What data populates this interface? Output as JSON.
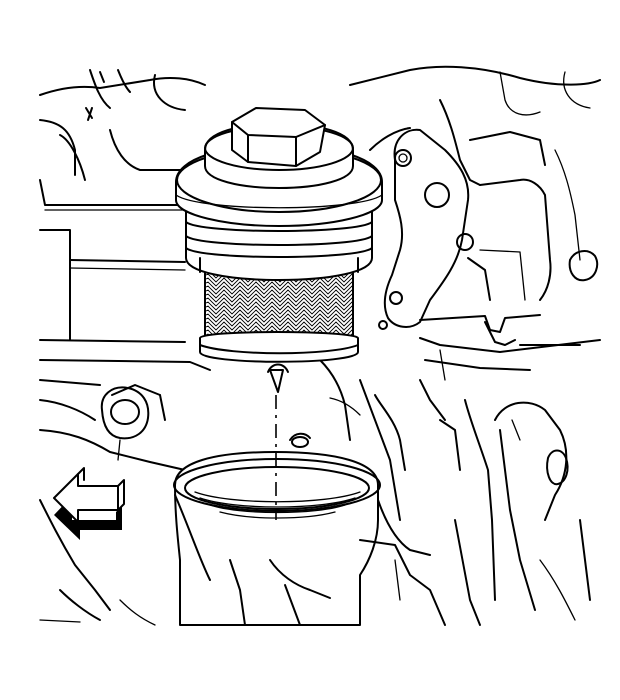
{
  "diagram": {
    "style": "line-art",
    "stroke_color": "#000000",
    "background_color": "#ffffff",
    "components": [
      {
        "name": "oil-filter-cap",
        "icon": "hex-cap-icon"
      },
      {
        "name": "filter-element",
        "icon": "pleated-filter-icon"
      },
      {
        "name": "filter-housing",
        "icon": "housing-icon"
      },
      {
        "name": "engine-block",
        "icon": "engine-block-icon"
      },
      {
        "name": "direction-arrow",
        "icon": "front-arrow-icon"
      }
    ]
  }
}
